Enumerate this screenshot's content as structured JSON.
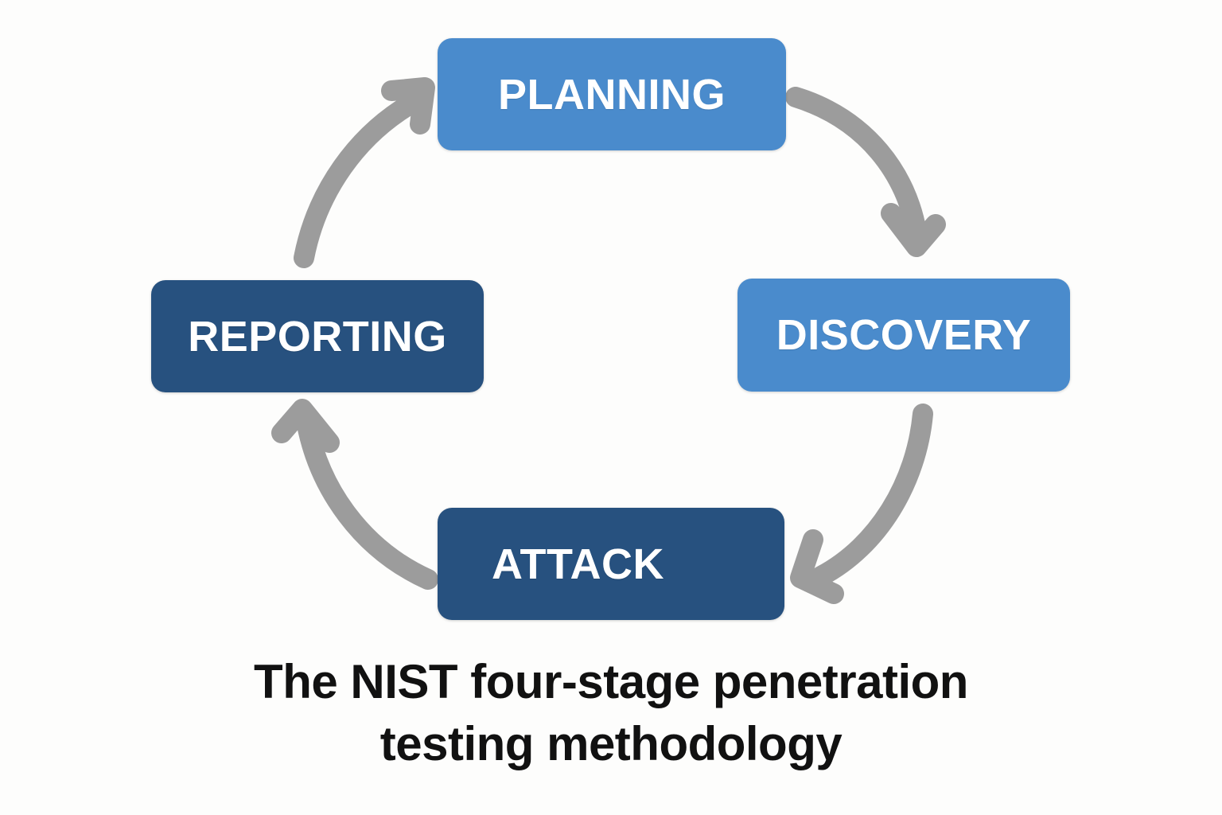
{
  "diagram": {
    "type": "cycle",
    "background_color": "#fdfdfc",
    "arrow_color": "#9c9c9c",
    "nodes": [
      {
        "id": "planning",
        "label": "PLANNING",
        "color": "#4a8bcc",
        "position": "top"
      },
      {
        "id": "discovery",
        "label": "DISCOVERY",
        "color": "#4a8bcc",
        "position": "right"
      },
      {
        "id": "attack",
        "label": "ATTACK",
        "color": "#27517f",
        "position": "bottom"
      },
      {
        "id": "reporting",
        "label": "REPORTING",
        "color": "#27517f",
        "position": "left"
      }
    ],
    "arrows": [
      {
        "id": "planning-to-discovery",
        "from": "planning",
        "to": "discovery",
        "direction": "clockwise"
      },
      {
        "id": "discovery-to-attack",
        "from": "discovery",
        "to": "attack",
        "direction": "clockwise"
      },
      {
        "id": "attack-to-reporting",
        "from": "attack",
        "to": "reporting",
        "direction": "clockwise"
      },
      {
        "id": "reporting-to-planning",
        "from": "reporting",
        "to": "planning",
        "direction": "clockwise"
      }
    ]
  },
  "caption": {
    "line1": "The NIST four-stage penetration",
    "line2": "testing methodology"
  }
}
